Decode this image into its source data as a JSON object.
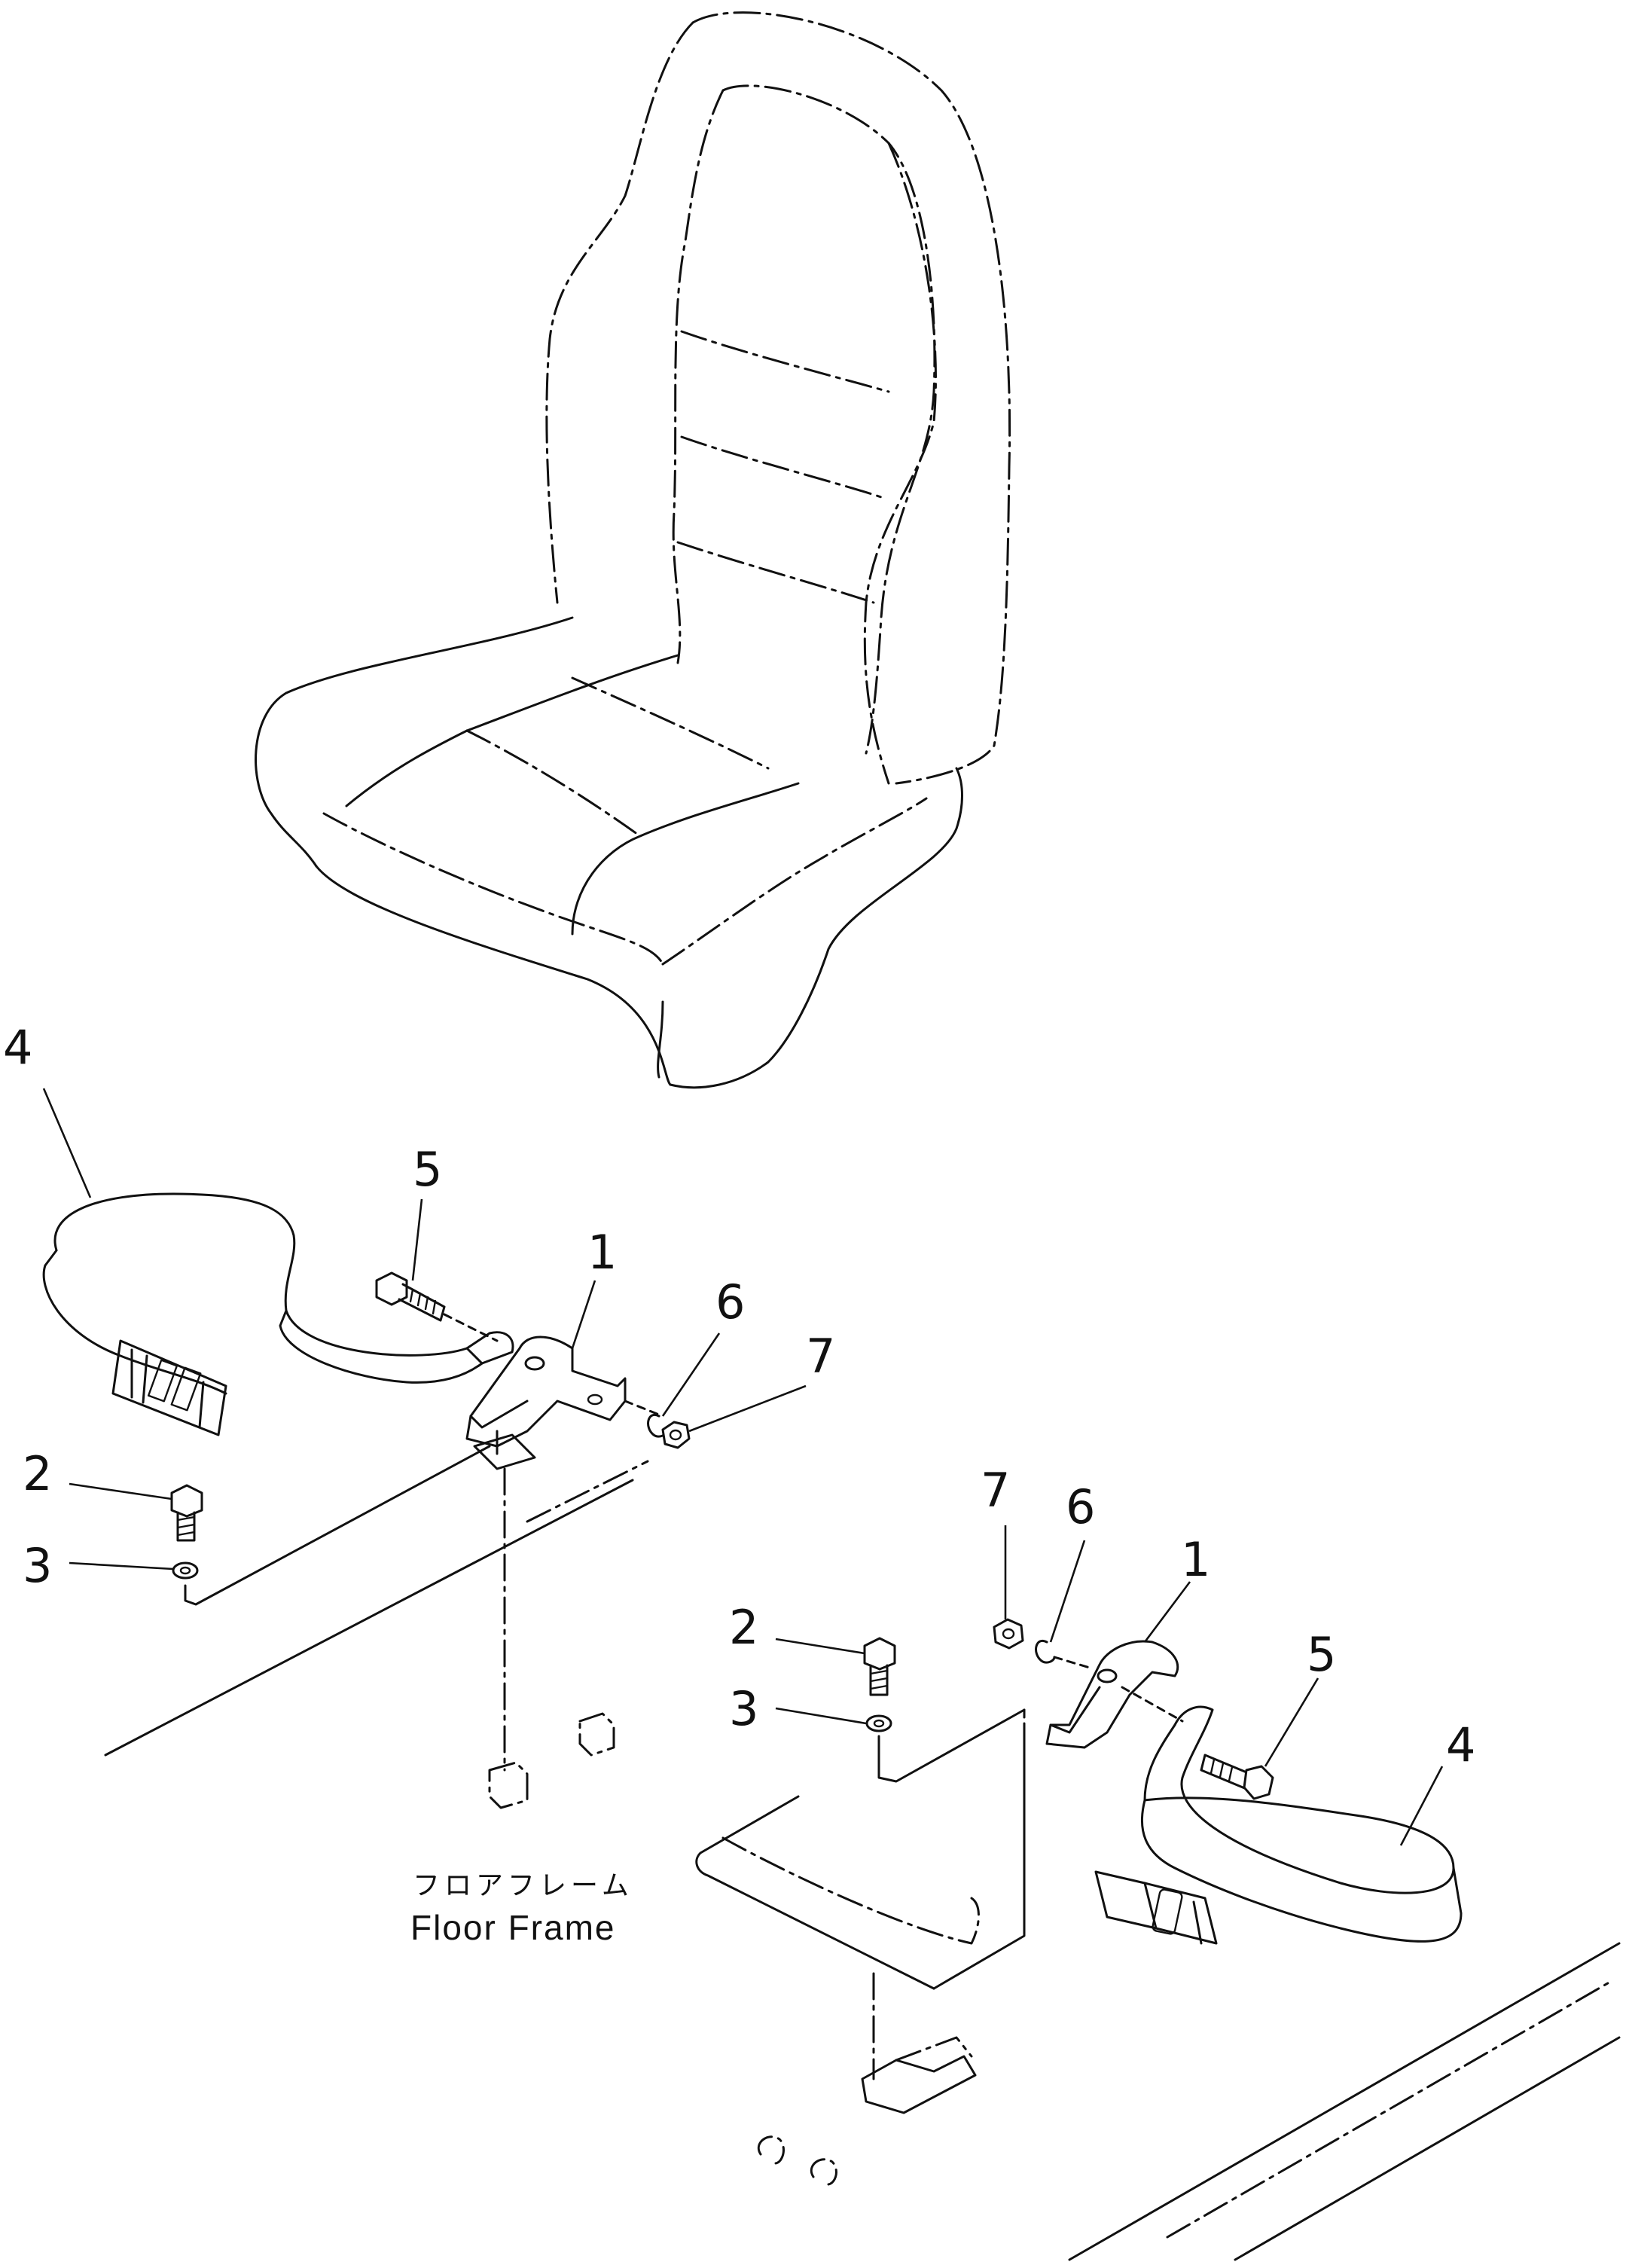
{
  "callouts": {
    "left": {
      "strap": "4",
      "bolt_strap": "5",
      "bracket": "1",
      "washer_spring": "6",
      "nut": "7",
      "bolt_mount": "2",
      "washer_mount": "3"
    },
    "right": {
      "nut": "7",
      "washer_spring": "6",
      "bracket": "1",
      "bolt_strap": "5",
      "bolt_mount": "2",
      "washer_mount": "3",
      "strap": "4"
    }
  },
  "caption": {
    "japanese": "フロアフレーム",
    "english": "Floor Frame"
  }
}
